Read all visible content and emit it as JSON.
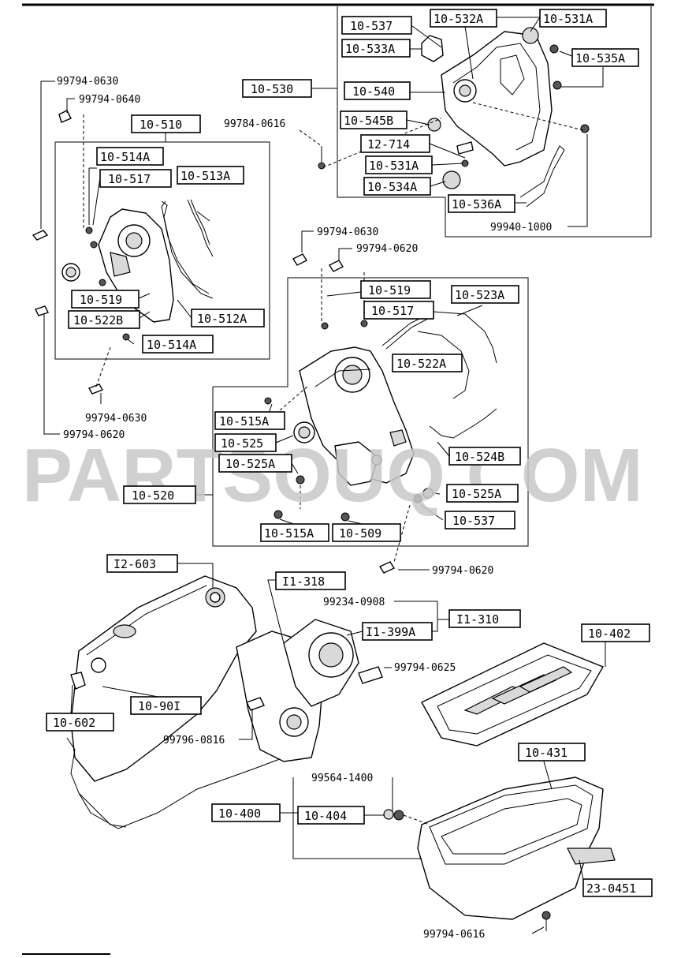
{
  "watermark": "PARTSOUQ.COM",
  "boxed_labels": {
    "l10_537_top": "10-537",
    "l10_532A": "10-532A",
    "l10_531A_top": "10-531A",
    "l10_533A": "10-533A",
    "l10_535A": "10-535A",
    "l10_530": "10-530",
    "l10_540": "10-540",
    "l10_545B": "10-545B",
    "l12_714": "12-714",
    "l10_531A_mid": "10-531A",
    "l10_534A": "10-534A",
    "l10_536A": "10-536A",
    "l10_510": "10-510",
    "l10_514A_top": "10-514A",
    "l10_517_left": "10-517",
    "l10_513A": "10-513A",
    "l10_519_left": "10-519",
    "l10_522B": "10-522B",
    "l10_512A": "10-512A",
    "l10_514A_bot": "10-514A",
    "l10_519_mid": "10-519",
    "l10_517_mid": "10-517",
    "l10_523A": "10-523A",
    "l10_522A": "10-522A",
    "l10_515A_top": "10-515A",
    "l10_525": "10-525",
    "l10_525A_left": "10-525A",
    "l10_524B": "10-524B",
    "l10_520": "10-520",
    "l10_525A_right": "10-525A",
    "l10_537_bot": "10-537",
    "l10_515A_bot": "10-515A",
    "l10_509": "10-509",
    "l12_603": "I2-603",
    "l11_318": "I1-318",
    "l11_310": "I1-310",
    "l11_399A": "I1-399A",
    "l10_402": "10-402",
    "l10_901": "10-90I",
    "l10_602": "10-602",
    "l10_431": "10-431",
    "l10_400": "10-400",
    "l10_404": "10-404",
    "l23_0451": "23-0451"
  },
  "plain_labels": {
    "p99794_0630_a": "99794-0630",
    "p99794_0640": "99794-0640",
    "p99784_0616": "99784-0616",
    "p99940_1000": "99940-1000",
    "p99794_0630_b": "99794-0630",
    "p99794_0620_a": "99794-0620",
    "p99794_0630_c": "99794-0630",
    "p99794_0620_b": "99794-0620",
    "p99794_0620_c": "99794-0620",
    "p99234_0908": "99234-0908",
    "p99794_0625": "99794-0625",
    "p99796_0816": "99796-0816",
    "p99564_1400": "99564-1400",
    "p99794_0616": "99794-0616"
  }
}
